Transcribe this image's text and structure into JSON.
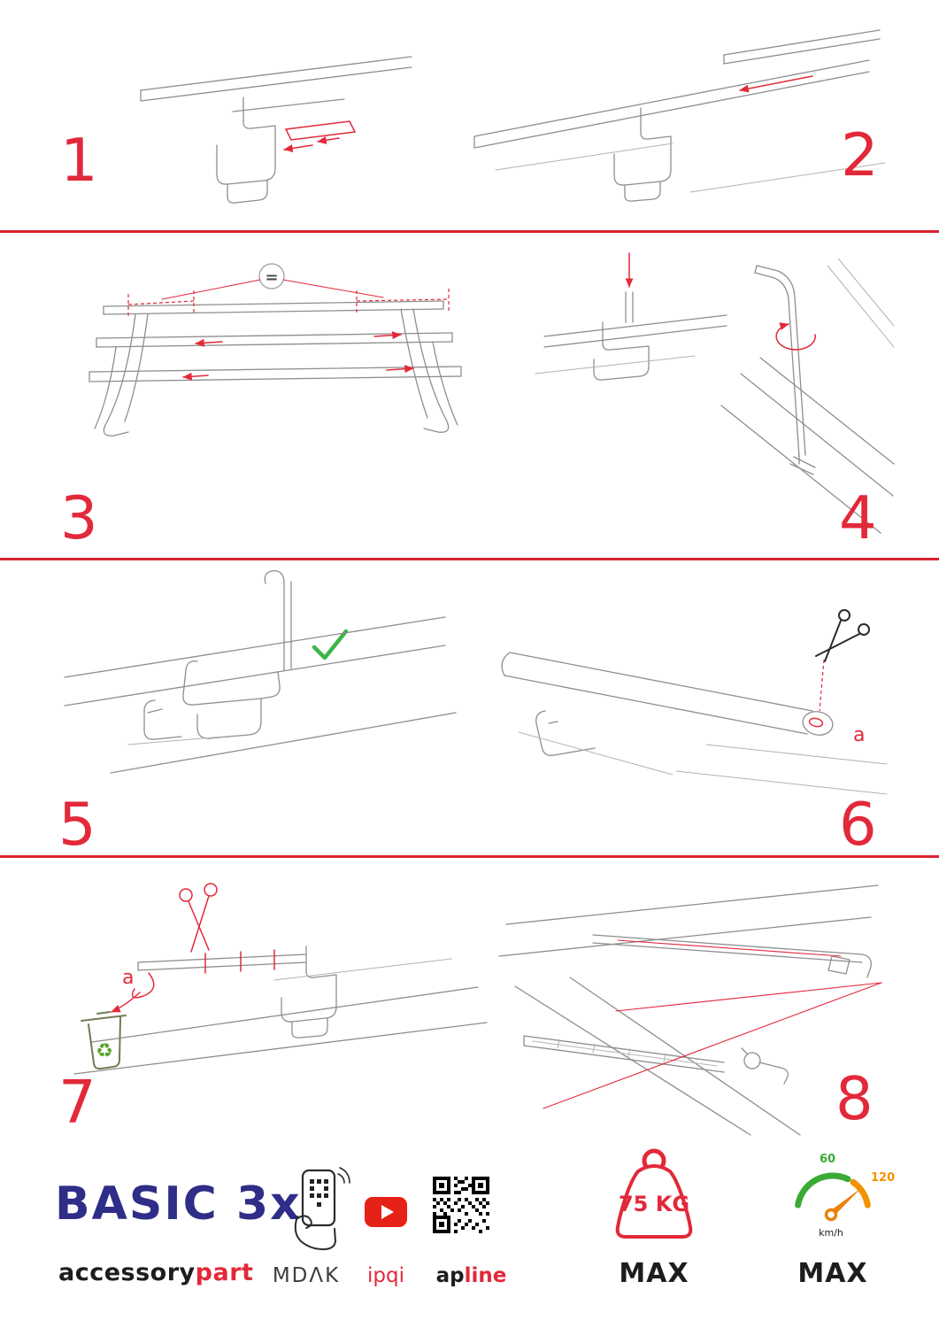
{
  "colors": {
    "accent_red": "#e2293a",
    "divider_red": "#d9232e",
    "brand_blue": "#2e2d87",
    "check_green": "#3cb54a",
    "recycle_green": "#58a32d",
    "speed_green": "#3aaa35",
    "speed_orange": "#f39200",
    "youtube_red": "#e62117"
  },
  "steps": {
    "s1": {
      "number": "1"
    },
    "s2": {
      "number": "2"
    },
    "s3": {
      "number": "3",
      "equal_label": "="
    },
    "s4": {
      "number": "4"
    },
    "s5": {
      "number": "5"
    },
    "s6": {
      "number": "6",
      "part_label": "a"
    },
    "s7": {
      "number": "7",
      "part_label": "a"
    },
    "s8": {
      "number": "8"
    }
  },
  "icons": {
    "recycle": "♻"
  },
  "footer": {
    "product_name": "BASIC 3x",
    "brand": {
      "black": "accessory",
      "red": "part"
    },
    "partner_mdak": "MDΛK",
    "partner_ipqi": "ipqi",
    "partner_apline": {
      "black": "ap",
      "red": "line"
    },
    "weight": {
      "value": "75 KG",
      "label": "MAX"
    },
    "speed": {
      "tick_low": "60",
      "tick_high": "120",
      "unit": "km/h",
      "label": "MAX"
    }
  }
}
